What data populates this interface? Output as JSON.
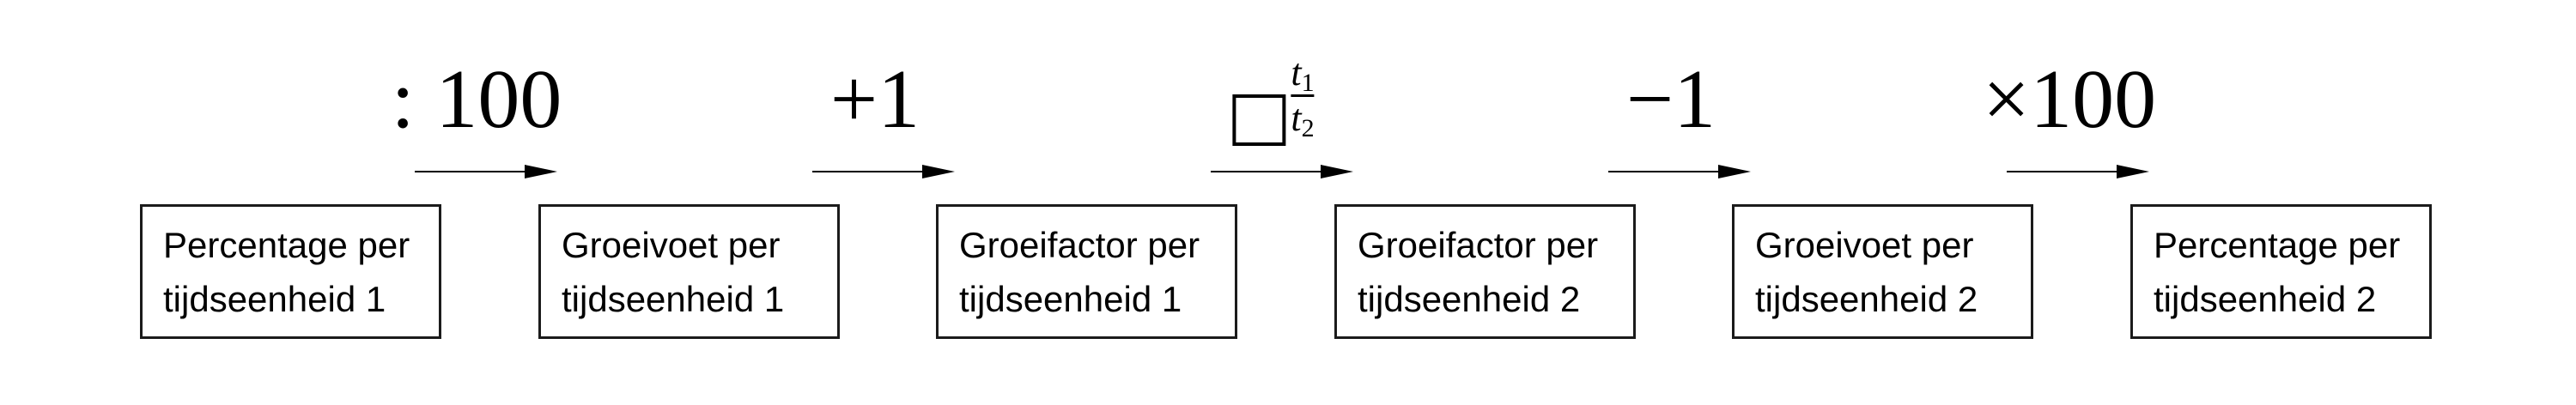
{
  "diagram": {
    "background_color": "#ffffff",
    "ink_color": "#000000",
    "nodes": [
      {
        "line1": "Percentage per",
        "line2": "tijdseenheid 1"
      },
      {
        "line1": "Groeivoet per",
        "line2": "tijdseenheid 1"
      },
      {
        "line1": "Groeifactor per",
        "line2": "tijdseenheid 1"
      },
      {
        "line1": "Groeifactor per",
        "line2": "tijdseenheid 2"
      },
      {
        "line1": "Groeivoet per",
        "line2": "tijdseenheid 2"
      },
      {
        "line1": "Percentage per",
        "line2": "tijdseenheid 2"
      }
    ],
    "operators": [
      {
        "label": ": 100"
      },
      {
        "label": "+1"
      },
      {
        "power": {
          "numerator_symbol": "t",
          "numerator_subscript": "1",
          "denominator_symbol": "t",
          "denominator_subscript": "2"
        }
      },
      {
        "label": "−1"
      },
      {
        "label": "×100"
      }
    ]
  }
}
